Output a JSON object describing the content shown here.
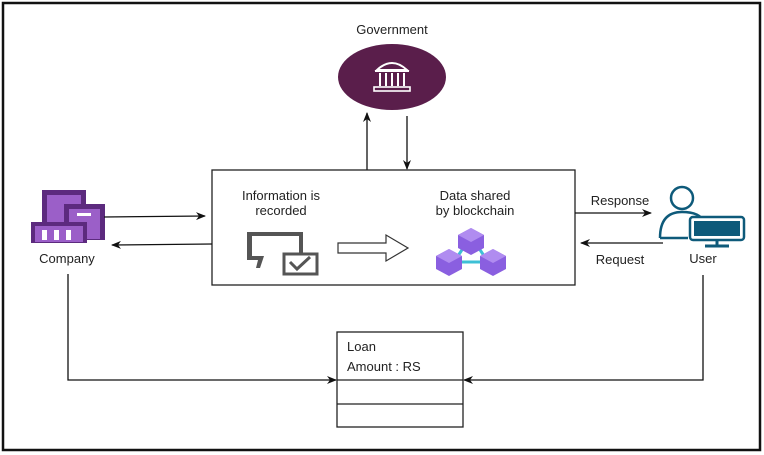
{
  "nodes": {
    "government": {
      "label": "Government",
      "icon": "government-building-icon",
      "color": "#5a1e4b"
    },
    "company": {
      "label": "Company",
      "icon": "office-building-icon",
      "color": "#7b3fa0"
    },
    "user": {
      "label": "User",
      "icon": "user-computer-icon",
      "color": "#0e5a7a"
    },
    "process": {
      "left_label_line1": "Information is",
      "left_label_line2": "recorded",
      "right_label_line1": "Data shared",
      "right_label_line2": "by blockchain",
      "left_icon": "monitor-check-icon",
      "right_icon": "blockchain-cubes-icon",
      "middle_icon": "hollow-arrow-right-icon"
    },
    "loan": {
      "line1": "Loan",
      "line2": "Amount : RS"
    }
  },
  "edges": {
    "response": "Response",
    "request": "Request"
  }
}
